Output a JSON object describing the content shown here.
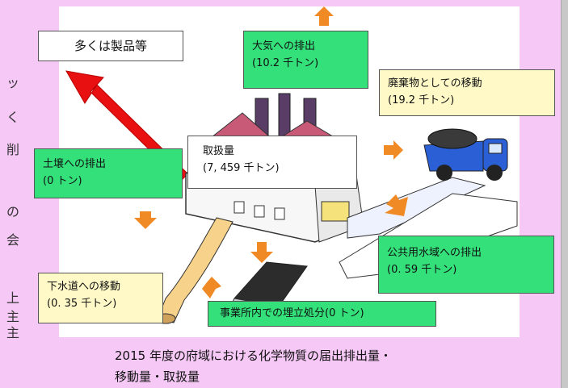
{
  "labels": {
    "products": "多くは製品等",
    "air": "大気への排出",
    "air_val": "(10.2 千トン)",
    "waste": "廃棄物としての移動",
    "waste_val": "(19.2 千トン)",
    "handled": "取扱量",
    "handled_val": "(7, 459 千トン)",
    "soil": "土壌への排出",
    "soil_val": "(0 トン)",
    "water": "公共用水域への排出",
    "water_val": "(0. 59 千トン)",
    "sewer": "下水道への移動",
    "sewer_val": "(0. 35 千トン)",
    "landfill": "事業所内での埋立処分(0 トン)"
  },
  "caption": {
    "line1": "2015 年度の府域における化学物質の届出排出量・",
    "line2": "移動量・取扱量"
  },
  "side_text": {
    "col1": "ッ",
    "col2": "く",
    "col3": "削",
    "col4": "の",
    "col5": "会",
    "col6": "上",
    "col7": "主",
    "col8": "主"
  },
  "colors": {
    "background": "#f5c8f5",
    "arrow_red": "#e81010",
    "arrow_orange": "#f08a24",
    "label_green": "#33e07a",
    "label_yellow": "#fff9c8",
    "truck_blue": "#2b5fd6"
  }
}
